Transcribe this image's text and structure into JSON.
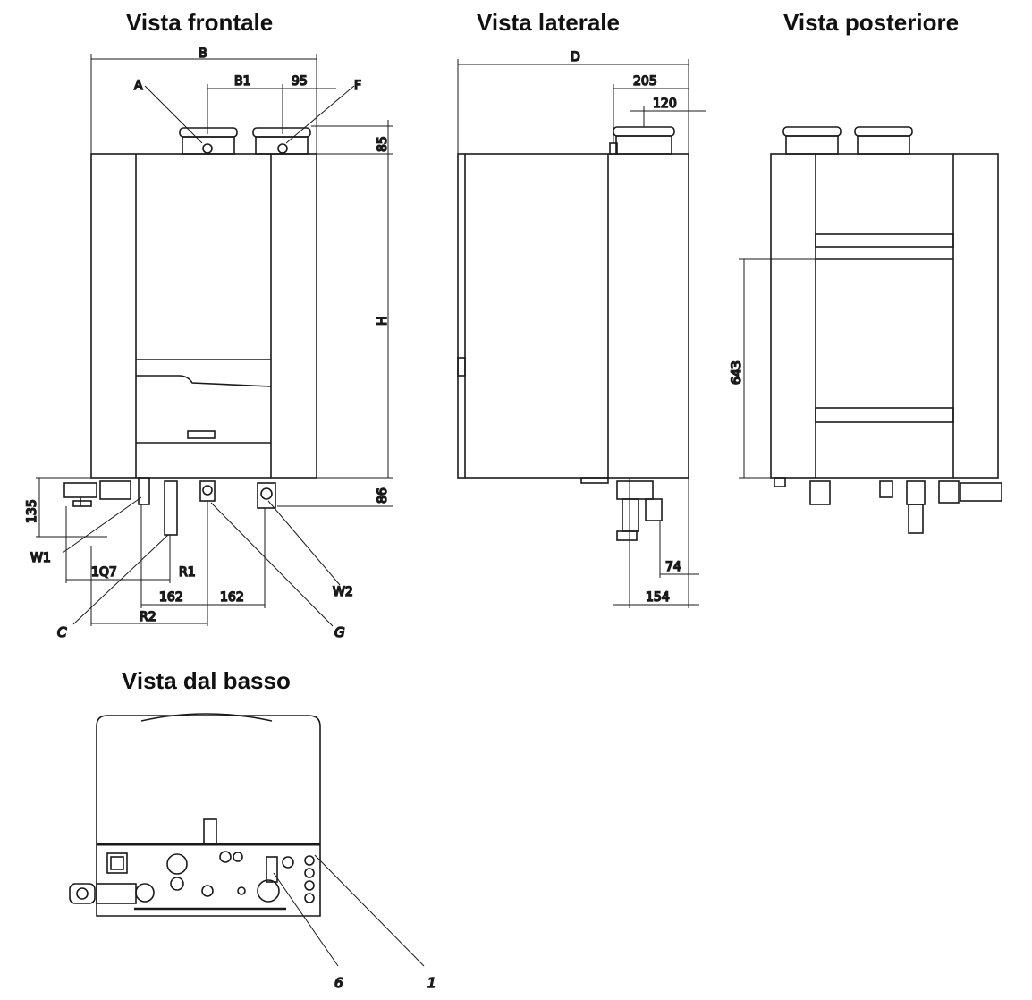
{
  "titles": {
    "front": "Vista frontale",
    "side": "Vista laterale",
    "rear": "Vista posteriore",
    "bottom": "Vista dal basso"
  },
  "front": {
    "width_label": "B",
    "b1_label": "B1",
    "offset_95": "95",
    "label_a": "A",
    "label_f": "F",
    "top_85": "85",
    "height_label": "H",
    "bottom_86": "86",
    "left_135": "135",
    "label_w1": "W1",
    "label_w2": "W2",
    "label_c": "C",
    "label_g": "G",
    "dim_107": "1Q7",
    "dim_r1": "R1",
    "dim_162_a": "162",
    "dim_162_b": "162",
    "dim_r2": "R2"
  },
  "side": {
    "depth_label": "D",
    "dim_205": "205",
    "dim_120": "120",
    "dim_74": "74",
    "dim_154": "154"
  },
  "rear": {
    "dim_643": "643"
  },
  "bottom": {
    "label_6": "6",
    "label_1": "1"
  },
  "colors": {
    "line": "#1a1a1a",
    "background": "#ffffff"
  }
}
